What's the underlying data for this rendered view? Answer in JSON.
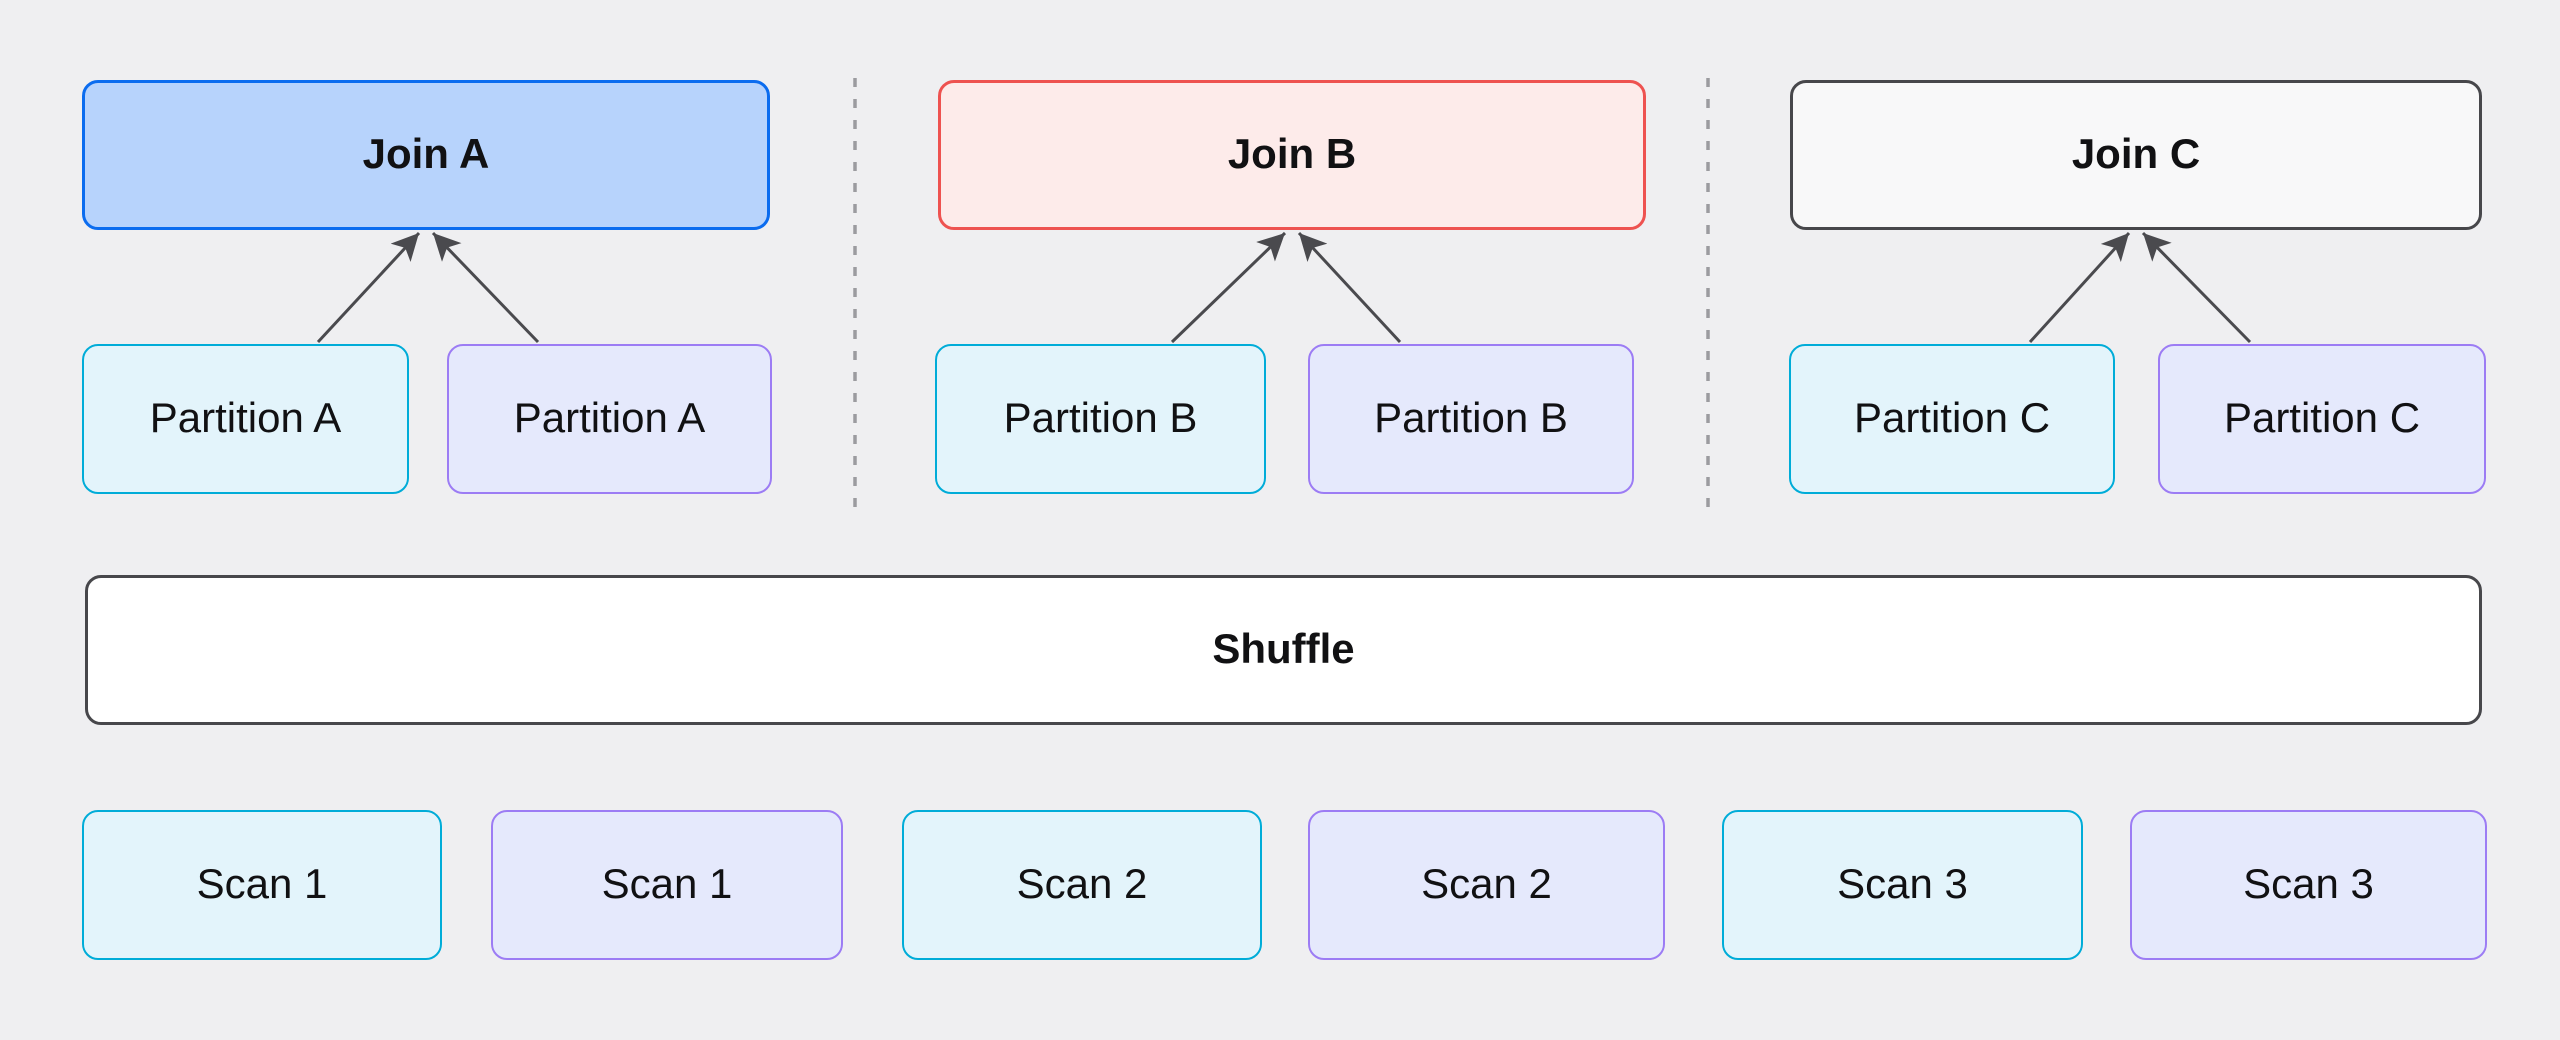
{
  "diagram": {
    "sections": [
      {
        "id": "A",
        "join": {
          "label": "Join A"
        },
        "partitions": [
          {
            "label": "Partition A"
          },
          {
            "label": "Partition A"
          }
        ]
      },
      {
        "id": "B",
        "join": {
          "label": "Join B"
        },
        "partitions": [
          {
            "label": "Partition B"
          },
          {
            "label": "Partition B"
          }
        ]
      },
      {
        "id": "C",
        "join": {
          "label": "Join C"
        },
        "partitions": [
          {
            "label": "Partition C"
          },
          {
            "label": "Partition C"
          }
        ]
      }
    ],
    "shuffle": {
      "label": "Shuffle"
    },
    "scans": [
      {
        "label": "Scan 1"
      },
      {
        "label": "Scan 1"
      },
      {
        "label": "Scan 2"
      },
      {
        "label": "Scan 2"
      },
      {
        "label": "Scan 3"
      },
      {
        "label": "Scan 3"
      }
    ]
  },
  "colors": {
    "background": "#EFEFF1",
    "join-a-fill": "#B7D3FC",
    "join-a-border": "#0B6CEF",
    "join-b-fill": "#FDEBEA",
    "join-b-border": "#EE5250",
    "join-c-fill": "#F8F8F9",
    "join-c-border": "#47474B",
    "cyan-fill": "#E3F4FB",
    "cyan-border": "#00ACD8",
    "purple-fill": "#E5E9FC",
    "purple-border": "#9C7CF4",
    "shuffle-fill": "#FFFFFF",
    "shuffle-border": "#47474B",
    "arrow": "#4A4A4E",
    "separator": "#9B9B9F",
    "text": "#111113"
  }
}
